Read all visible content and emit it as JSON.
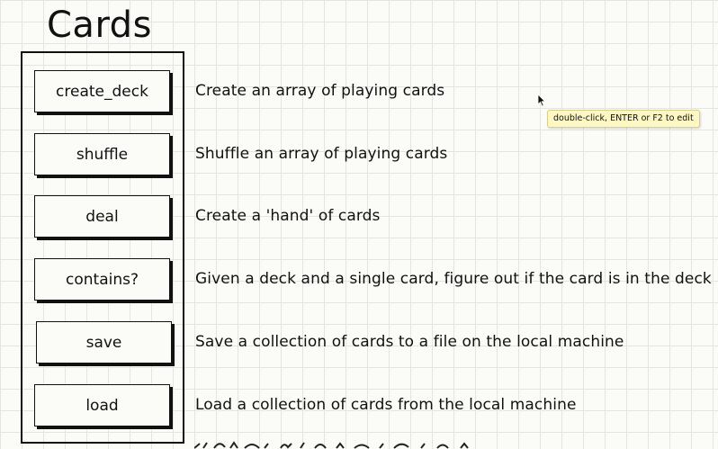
{
  "title": "Cards",
  "methods": [
    {
      "name": "create_deck",
      "description": "Create an array of playing cards"
    },
    {
      "name": "shuffle",
      "description": "Shuffle an array of playing cards"
    },
    {
      "name": "deal",
      "description": "Create a 'hand' of cards"
    },
    {
      "name": "contains?",
      "description": "Given a deck and a single card, figure out if the card is in the deck"
    },
    {
      "name": "save",
      "description": "Save a collection of cards to a file on the local machine"
    },
    {
      "name": "load",
      "description": "Load a collection of cards from the local machine"
    }
  ],
  "tooltip": "double-click, ENTER or F2 to edit",
  "icons": {
    "cursor": "mouse-pointer-icon"
  },
  "colors": {
    "ink": "#111111",
    "tooltip_bg": "#fdf7c5",
    "grid": "#e3e5e0"
  }
}
